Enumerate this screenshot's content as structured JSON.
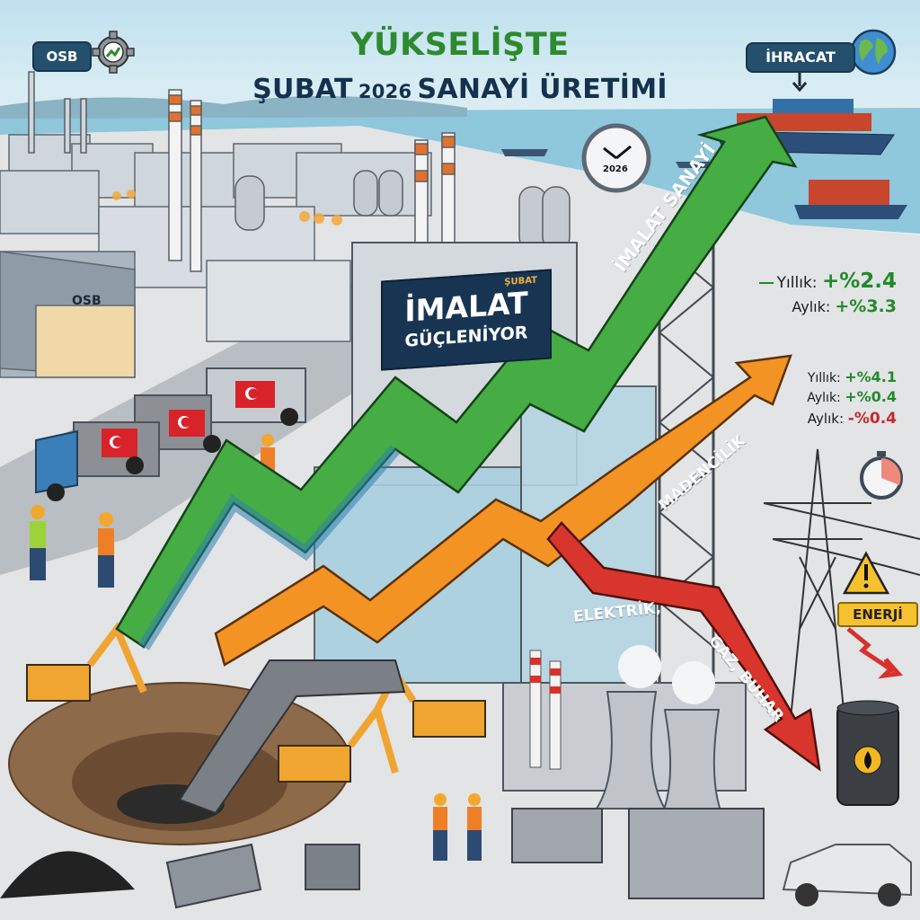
{
  "header": {
    "headline": "YÜKSELİŞTE",
    "subtitle_left": "ŞUBAT",
    "subtitle_year": "2026",
    "subtitle_right": "SANAYİ ÜRETİMİ"
  },
  "badges": {
    "osb": {
      "label": "OSB",
      "icon": "gear-trend-icon"
    },
    "export": {
      "label": "İHRACAT",
      "icon": "globe-icon"
    }
  },
  "banner": {
    "kicker": "ŞUBAT",
    "title": "İMALAT",
    "subtitle": "GÜÇLENİYOR"
  },
  "arrows": [
    {
      "id": "imalat",
      "label": "İMALAT SANAYİ",
      "color": "#3aa63f",
      "direction": "up"
    },
    {
      "id": "madencilik",
      "label": "MADENCİLİK",
      "color": "#f28c1e",
      "direction": "up"
    },
    {
      "id": "elektrik",
      "label_part1": "ELEKTRİK,",
      "label_part2": "GAZ, BUHAR",
      "color": "#d8312b",
      "direction": "down"
    }
  ],
  "stats": {
    "imalat": {
      "annual_label": "Yıllık:",
      "annual_value": "+%2.4",
      "monthly_label": "Aylık:",
      "monthly_value": "+%3.3"
    },
    "madencilik": {
      "annual_label": "Yıllık:",
      "annual_value": "+%4.1",
      "monthly_label": "Aylık:",
      "monthly_value": "+%0.4"
    },
    "elektrik": {
      "monthly_label": "Aylık:",
      "monthly_value": "-%0.4"
    }
  },
  "scene_labels": {
    "warehouse_sign": "OSB",
    "clock_year": "2026",
    "energy_sign": "ENERJİ"
  },
  "colors": {
    "headline_green": "#2d8a2e",
    "navy": "#14324f",
    "positive": "#238a2a",
    "negative": "#c8282a",
    "warning_yellow": "#f6c12e"
  }
}
